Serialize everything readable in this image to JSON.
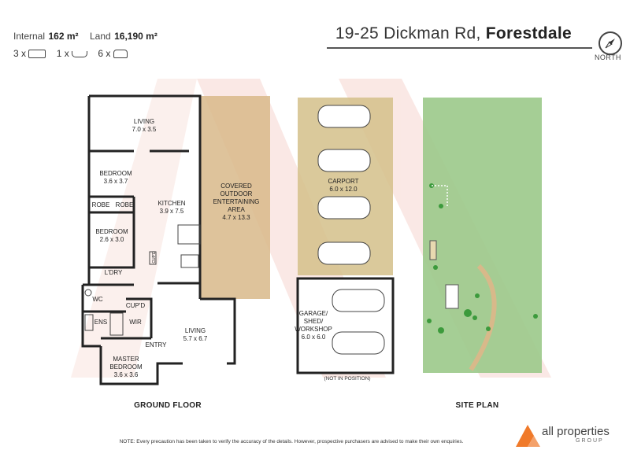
{
  "header": {
    "internal_label": "Internal",
    "internal_value": "162 m²",
    "land_label": "Land",
    "land_value": "16,190 m²",
    "beds": "3 x",
    "baths": "1 x",
    "cars": "6 x",
    "address_street": "19-25 Dickman Rd,",
    "address_suburb": "Forestdale",
    "north_label": "NORTH"
  },
  "rooms": {
    "living_top": {
      "name": "LIVING",
      "dim": "7.0 x 3.5"
    },
    "bedroom_1": {
      "name": "BEDROOM",
      "dim": "3.6 x 3.7"
    },
    "robe_1": "ROBE",
    "robe_2": "ROBE",
    "kitchen": {
      "name": "KITCHEN",
      "dim": "3.9 x 7.5"
    },
    "bedroom_2": {
      "name": "BEDROOM",
      "dim": "2.6 x 3.0"
    },
    "ldry": "L'DRY",
    "wc": "WC",
    "cupd": "CUP'D",
    "ens": "ENS",
    "wir": "WIR",
    "living_main": {
      "name": "LIVING",
      "dim": "5.7 x 6.7"
    },
    "entry": "ENTRY",
    "master": {
      "name1": "MASTER",
      "name2": "BEDROOM",
      "dim": "3.6 x 3.6"
    },
    "covered": {
      "l1": "COVERED",
      "l2": "OUTDOOR",
      "l3": "ENTERTAINING",
      "l4": "AREA",
      "dim": "4.7 x 13.3"
    },
    "carport": {
      "name": "CARPORT",
      "dim": "6.0 x 12.0"
    },
    "garage": {
      "l1": "GARAGE/",
      "l2": "SHED/",
      "l3": "WORKSHOP",
      "dim": "6.0 x 6.0"
    },
    "cupd_small": "CUP'D"
  },
  "plans": {
    "ground_floor": "GROUND FLOOR",
    "site_plan": "SITE PLAN",
    "not_in_position": "(NOT IN POSITION)"
  },
  "footer": {
    "note": "NOTE: Every precaution has been taken to verify the accuracy of the details. However, prospective purchasers are advised to make their own enquiries.",
    "logo_text": "all properties",
    "logo_sub": "GROUP"
  },
  "colors": {
    "outdoor": "#d8b98a",
    "carport": "#d4c08a",
    "grass": "#9bc98a",
    "watermark": "#f6d6cf",
    "wall": "#222222",
    "logo_orange": "#f07a2a"
  }
}
